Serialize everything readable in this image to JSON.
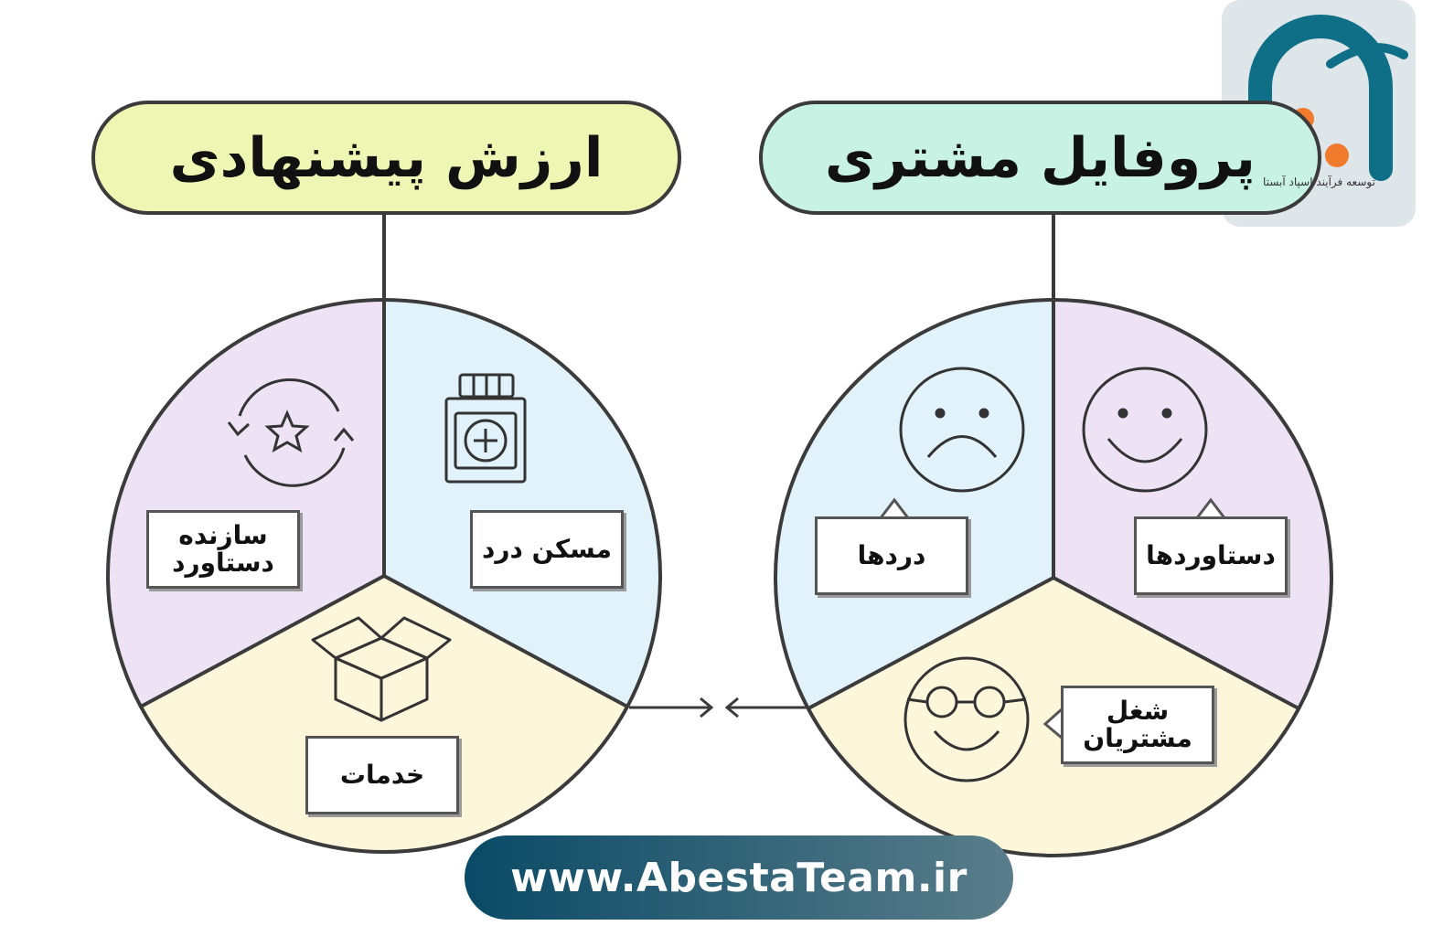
{
  "value_proposition": {
    "title": "ارزش پیشنهادی",
    "segments": {
      "gain_creators": "سازنده\nدستاورد",
      "pain_relievers": "مسکن درد",
      "products_services": "خدمات"
    },
    "icons": [
      "star-cycle-icon",
      "medicine-bottle-icon",
      "box-icon"
    ],
    "colors": {
      "purple": "#ede3f4",
      "blue": "#e1f2fb",
      "yellow": "#fcf6db",
      "pill": "#eef6b4"
    }
  },
  "customer_profile": {
    "title": "پروفایل مشتری",
    "segments": {
      "gains": "دستاوردها",
      "pains": "دردها",
      "customer_jobs": "شغل\nمشتریان"
    },
    "icons": [
      "smiley-face-icon",
      "sad-face-icon",
      "glasses-face-icon"
    ],
    "colors": {
      "purple": "#ede3f4",
      "blue": "#e1f2fb",
      "yellow": "#fcf6db",
      "pill": "#c8f2e3"
    }
  },
  "logo": {
    "caption": "توسعه فرآیند اسپاد آبستا",
    "colors": {
      "teal": "#0f6f86",
      "orange": "#f07b2c"
    }
  },
  "footer": {
    "url": "www.AbestaTeam.ir"
  }
}
